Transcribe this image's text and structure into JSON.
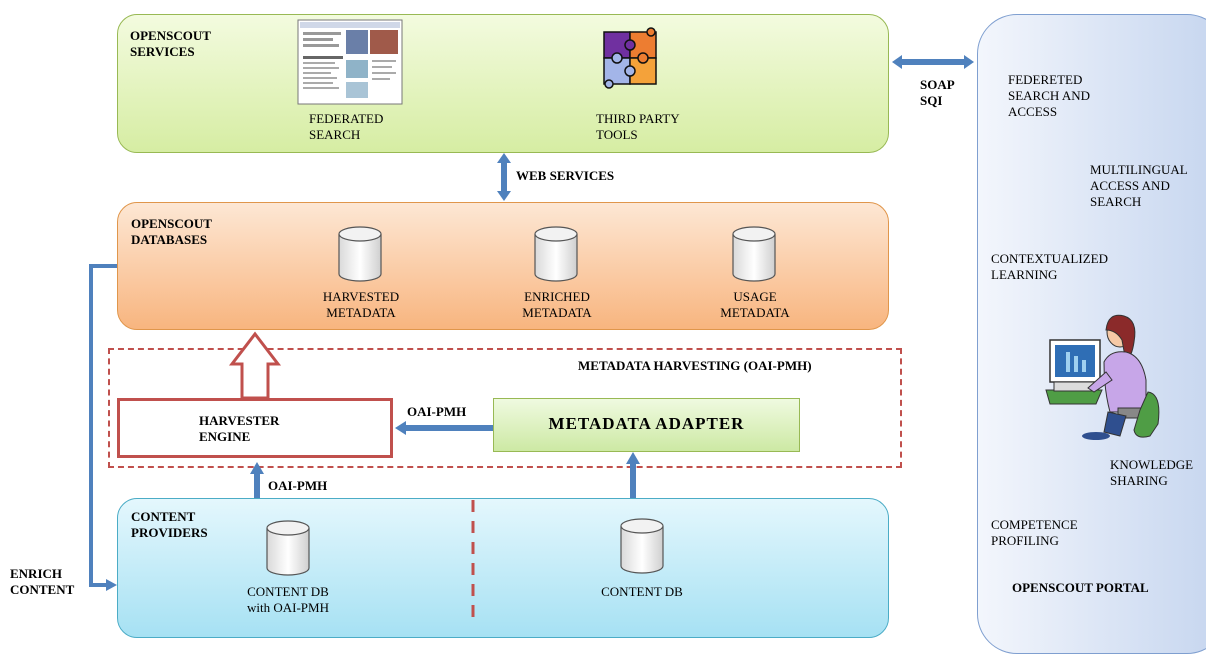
{
  "services": {
    "title": "OPENSCOUT\nSERVICES",
    "federated_search": "FEDERATED\nSEARCH",
    "third_party_tools": "THIRD PARTY\nTOOLS"
  },
  "web_services": "WEB SERVICES",
  "soap_sqi": "SOAP\nSQI",
  "databases": {
    "title": "OPENSCOUT\nDATABASES",
    "harvested": "HARVESTED\nMETADATA",
    "enriched": "ENRICHED\nMETADATA",
    "usage": "USAGE\nMETADATA"
  },
  "harvesting": {
    "title": "METADATA HARVESTING  (OAI-PMH)",
    "harvester_engine": "HARVESTER\nENGINE",
    "metadata_adapter": "METADATA ADAPTER",
    "oai_pmh_adapter": "OAI-PMH"
  },
  "oai_pmh_providers": "OAI-PMH",
  "enrich_content": "ENRICH\nCONTENT",
  "providers": {
    "title": "CONTENT\nPROVIDERS",
    "content_db_oai": "CONTENT DB\nwith OAI-PMH",
    "content_db": "CONTENT DB"
  },
  "portal": {
    "federated": "FEDERETED\nSEARCH AND\nACCESS",
    "multilingual": "MULTILINGUAL\nACCESS AND\nSEARCH",
    "contextualized": "CONTEXTUALIZED\nLEARNING",
    "knowledge": "KNOWLEDGE\nSHARING",
    "competence": "COMPETENCE\nPROFILING",
    "title": "OPENSCOUT PORTAL"
  },
  "colors": {
    "services_fill": "#e6f5c4",
    "databases_fill": "#fbd0ab",
    "providers_fill": "#bfeaf7",
    "portal_fill": "#dbe5f7",
    "adapter_fill": "#d8f0b4",
    "arrow_blue": "#4f81bd",
    "red": "#c0504d"
  }
}
